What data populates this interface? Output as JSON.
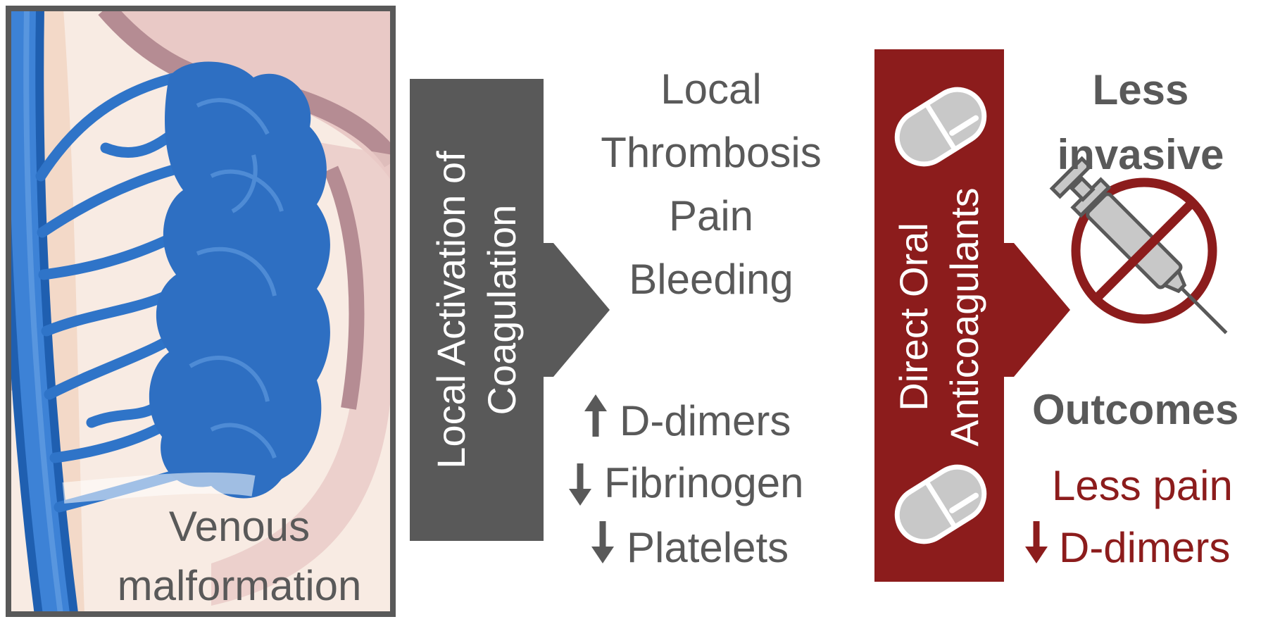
{
  "panel1": {
    "caption_line1": "Venous",
    "caption_line2": "malformation"
  },
  "box1": {
    "line1": "Local Activation of",
    "line2": "Coagulation"
  },
  "symptoms": [
    "Local",
    "Thrombosis",
    "Pain",
    "Bleeding"
  ],
  "labs": [
    {
      "direction": "up",
      "label": "D-dimers"
    },
    {
      "direction": "down",
      "label": "Fibrinogen"
    },
    {
      "direction": "down",
      "label": "Platelets"
    }
  ],
  "box2": {
    "line1": "Direct Oral",
    "line2": "Anticoagulants"
  },
  "results": {
    "title_line1": "Less",
    "title_line2": "invasive",
    "outcomes": "Outcomes",
    "less_pain": "Less pain",
    "ddimers": {
      "direction": "down",
      "label": "D-dimers"
    }
  },
  "colors": {
    "gray": "#595959",
    "red": "#8c1c1c",
    "vein_blue": "#2f74c8",
    "skin": "#f3d9c8",
    "tissue": "#b58c93"
  },
  "icons": [
    "pill-icon",
    "no-syringe-icon",
    "arrow-up-icon",
    "arrow-down-icon"
  ]
}
